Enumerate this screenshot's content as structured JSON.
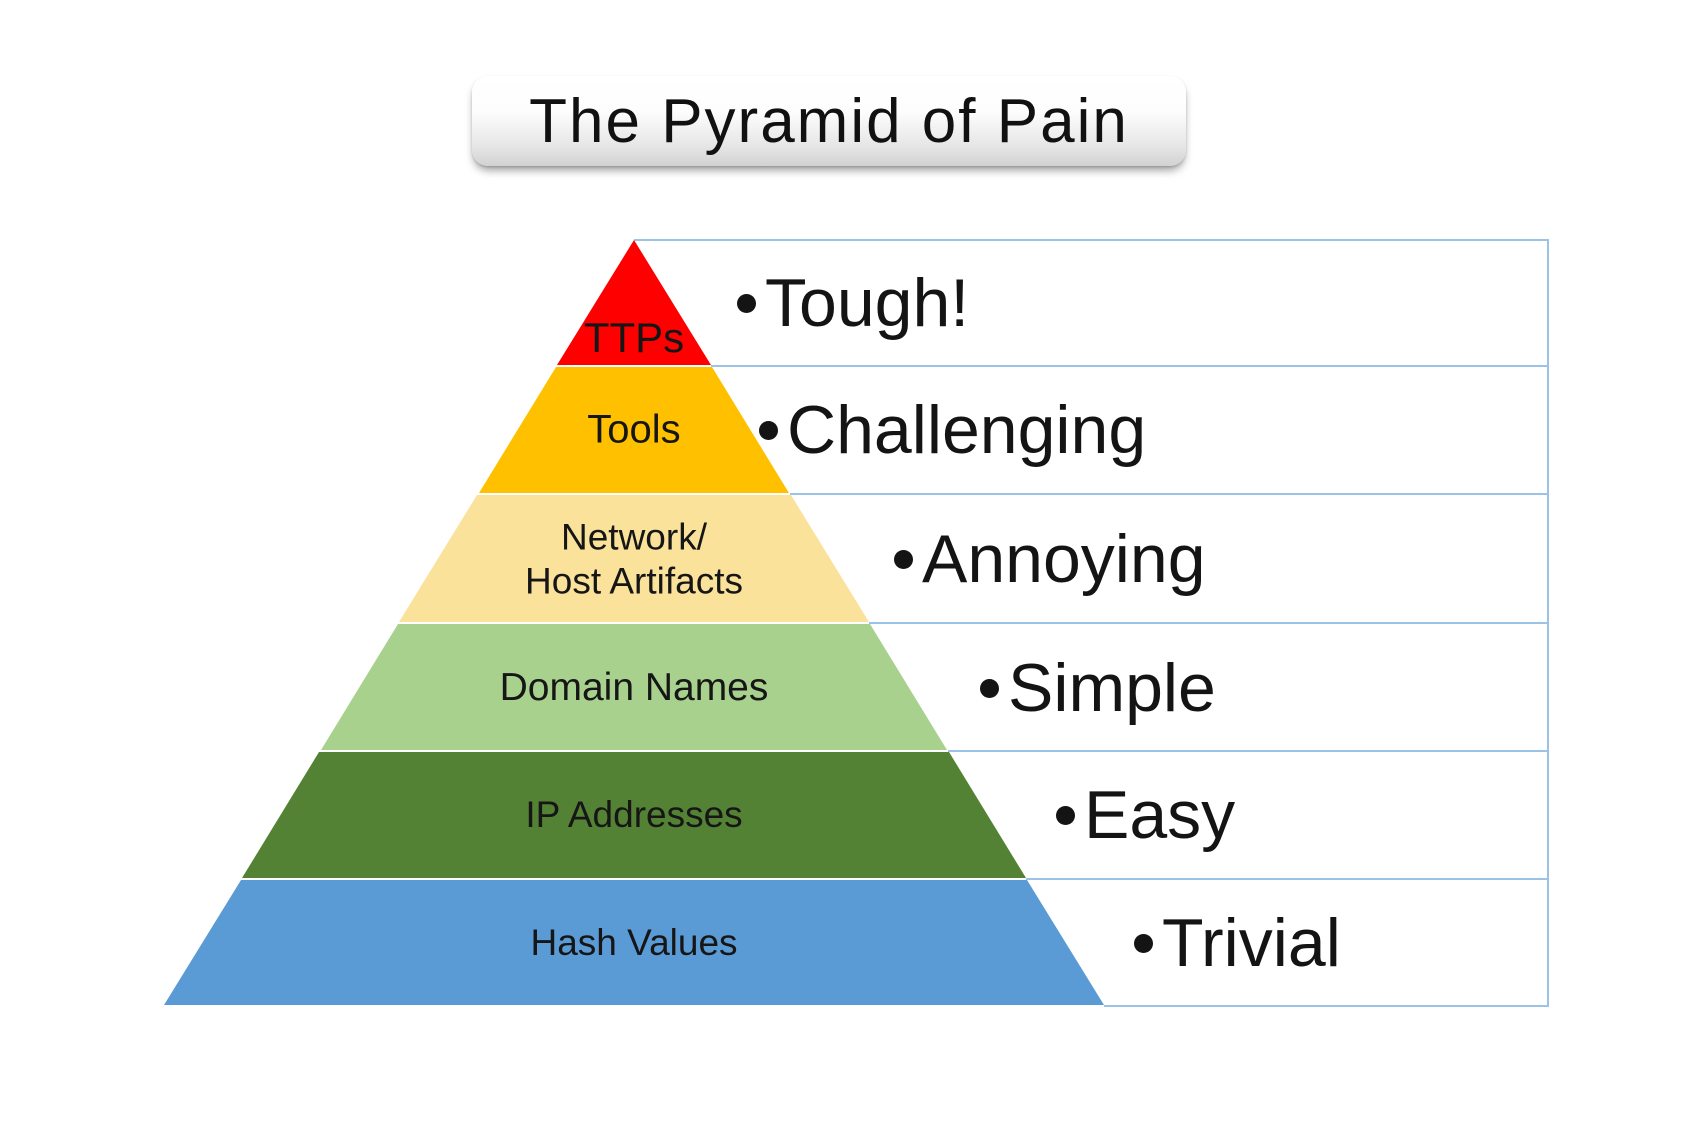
{
  "title": "The Pyramid of Pain",
  "colors": {
    "row_border": "#9CC2E5",
    "text": "#141414"
  },
  "pyramid": {
    "levels": [
      {
        "label": "TTPs",
        "color": "#FE0000",
        "difficulty": "Tough!"
      },
      {
        "label": "Tools",
        "color": "#FFC000",
        "difficulty": "Challenging"
      },
      {
        "label": "Network/\nHost Artifacts",
        "color": "#FBE29B",
        "difficulty": "Annoying"
      },
      {
        "label": "Domain Names",
        "color": "#A9D18E",
        "difficulty": "Simple"
      },
      {
        "label": "IP Addresses",
        "color": "#548235",
        "difficulty": "Easy"
      },
      {
        "label": "Hash Values",
        "color": "#5B9BD5",
        "difficulty": "Trivial"
      }
    ]
  }
}
